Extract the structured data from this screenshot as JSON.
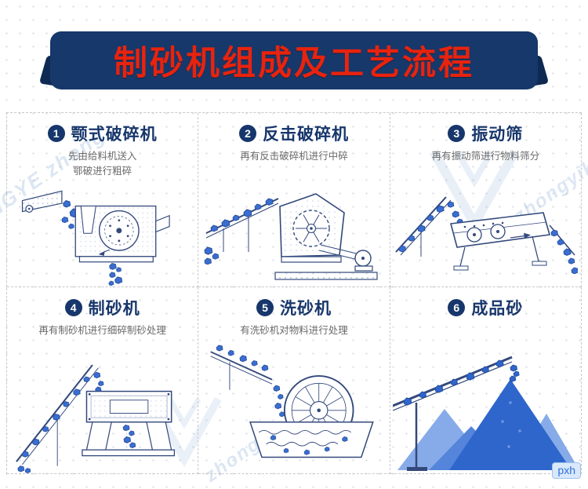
{
  "header": {
    "title": "制砂机组成及工艺流程"
  },
  "panels": [
    {
      "num": "1",
      "title": "颚式破碎机",
      "desc": "先由给料机送入鄂破进行粗碎"
    },
    {
      "num": "2",
      "title": "反击破碎机",
      "desc": "再有反击破碎机进行中碎"
    },
    {
      "num": "3",
      "title": "振动筛",
      "desc": "再有振动筛进行物料筛分"
    },
    {
      "num": "4",
      "title": "制砂机",
      "desc": "再有制砂机进行细碎制砂处理"
    },
    {
      "num": "5",
      "title": "洗砂机",
      "desc": "有洗砂机对物料进行处理"
    },
    {
      "num": "6",
      "title": "成品砂",
      "desc": ""
    }
  ],
  "watermarks": {
    "fragments": [
      "NGYE zhong",
      "zhongyik",
      "zhongyi"
    ],
    "badge": "pxh"
  },
  "colors": {
    "banner_bg": "#16386a",
    "banner_text": "#e8230e",
    "title_navy": "#17366b",
    "stone_blue": "#3a6ed0",
    "sand_dark": "#2f66cc",
    "sand_light": "#86abe8"
  }
}
